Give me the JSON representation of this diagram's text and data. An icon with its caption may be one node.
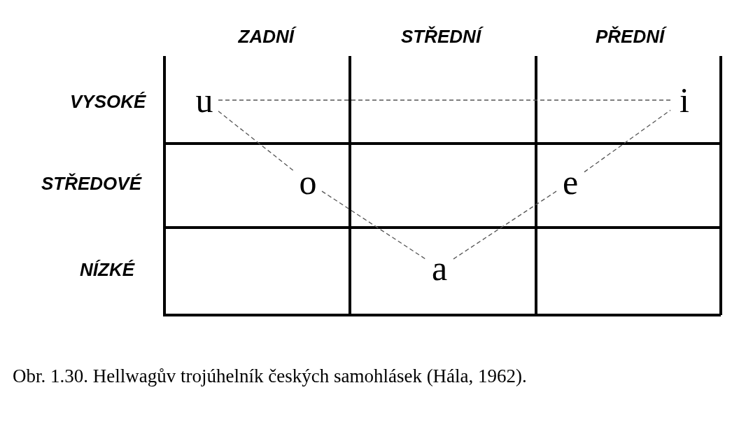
{
  "diagram": {
    "caption": "Obr. 1.30. Hellwagův trojúhelník českých samohlásek (Hála, 1962).",
    "nodes": [
      {
        "text": [
          "u"
        ]
      },
      {
        "text": [
          "i"
        ]
      },
      {
        "text": [
          "o"
        ]
      },
      {
        "text": [
          "e"
        ]
      },
      {
        "text": [
          "a"
        ]
      }
    ],
    "edges": [
      {
        "from": 0,
        "to": 1,
        "arrow": "none",
        "style": "dashed"
      },
      {
        "from": 0,
        "to": 2,
        "arrow": "none",
        "style": "dashed"
      },
      {
        "from": 2,
        "to": 4,
        "arrow": "none",
        "style": "dashed"
      },
      {
        "from": 4,
        "to": 3,
        "arrow": "none",
        "style": "dashed"
      },
      {
        "from": 3,
        "to": 1,
        "arrow": "none",
        "style": "dashed"
      }
    ],
    "labels": [
      "ZADNÍ",
      "STŘEDNÍ",
      "PŘEDNÍ",
      "VYSOKÉ",
      "STŘEDOVÉ",
      "NÍZKÉ"
    ]
  }
}
